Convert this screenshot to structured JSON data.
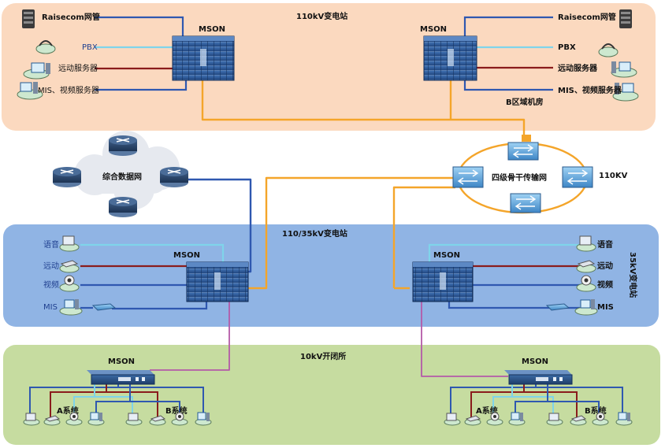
{
  "zones": {
    "top": "110kV变电站",
    "middle": "110/35kV变电站",
    "bottom": "10kV开闭所",
    "side_35kv": "35kV变电站"
  },
  "top_left": {
    "mson": "MSON",
    "items": [
      "Raisecom网管",
      "PBX",
      "远动服务器",
      "MIS、视频服务器"
    ]
  },
  "top_right": {
    "mson": "MSON",
    "items": [
      "Raisecom网管",
      "PBX",
      "远动服务器",
      "MIS、视频服务器"
    ],
    "room": "B区域机房"
  },
  "cloud": {
    "label": "综合数据网"
  },
  "ring": {
    "label": "四级骨干传输网",
    "voltage": "110KV"
  },
  "mid_left": {
    "mson": "MSON",
    "items": [
      "语音",
      "远动",
      "视频",
      "MIS"
    ]
  },
  "mid_right": {
    "mson": "MSON",
    "items": [
      "语音",
      "远动",
      "视频",
      "MIS"
    ]
  },
  "bottom_left": {
    "mson": "MSON",
    "system_a": "A系统",
    "system_b": "B系统"
  },
  "bottom_right": {
    "mson": "MSON",
    "system_a": "A系统",
    "system_b": "B系统"
  },
  "colors": {
    "zone_top": "#fbd9bf",
    "zone_middle": "#90b4e4",
    "zone_bottom": "#c6dca0",
    "orange_link": "#f4a52a",
    "blue_link": "#2f58b0",
    "cyan_link": "#7fd4ea",
    "maroon_link": "#8a1c1c",
    "pink_link": "#b45aa8"
  }
}
